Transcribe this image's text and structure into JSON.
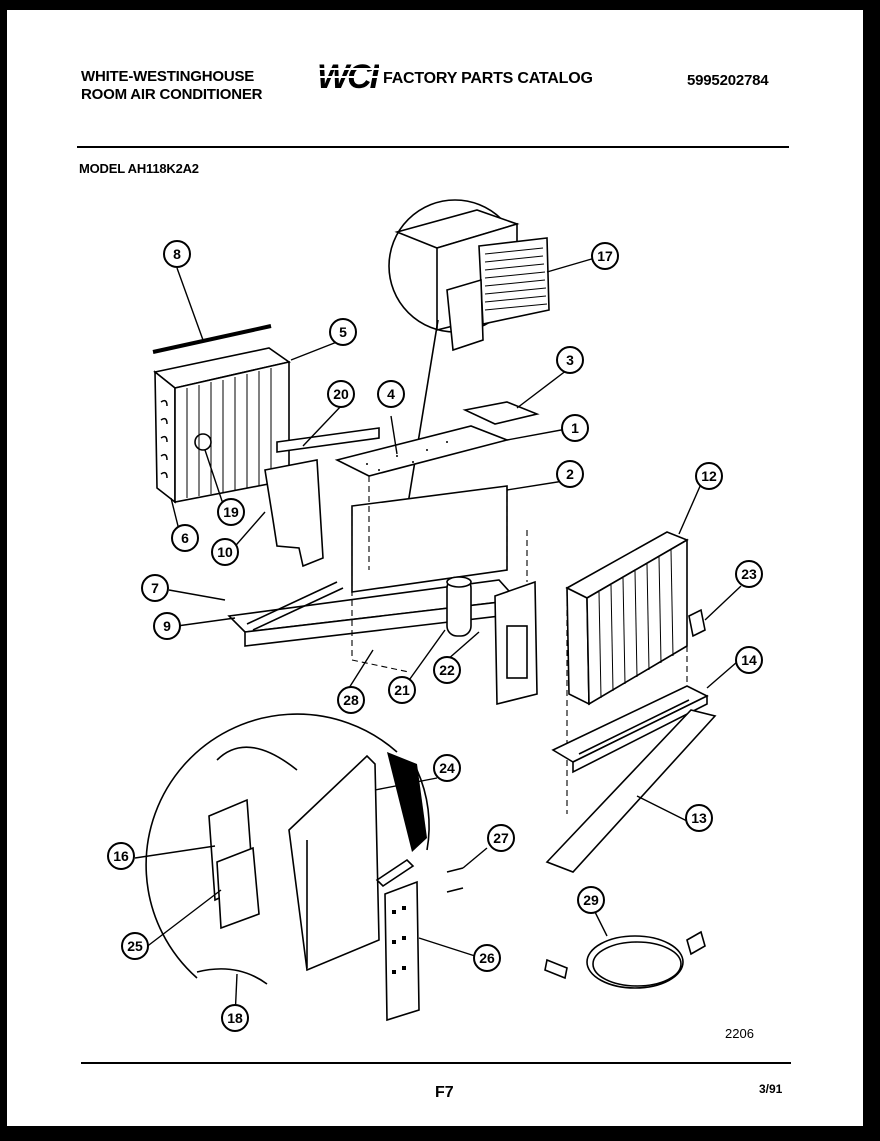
{
  "header": {
    "brand_line1": "WHITE-WESTINGHOUSE",
    "brand_line2": "ROOM AIR CONDITIONER",
    "logo_text": "WCI",
    "catalog_title": "FACTORY PARTS CATALOG",
    "part_number": "5995202784",
    "model": "MODEL AH118K2A2"
  },
  "footer": {
    "figure_code": "2206",
    "page": "F7",
    "date": "3/91"
  },
  "callouts": [
    "1",
    "2",
    "3",
    "4",
    "5",
    "6",
    "7",
    "8",
    "9",
    "10",
    "12",
    "13",
    "14",
    "16",
    "17",
    "18",
    "19",
    "20",
    "21",
    "22",
    "23",
    "24",
    "25",
    "26",
    "27",
    "28",
    "29"
  ],
  "icons": {
    "logo": "wci-logo-icon"
  }
}
